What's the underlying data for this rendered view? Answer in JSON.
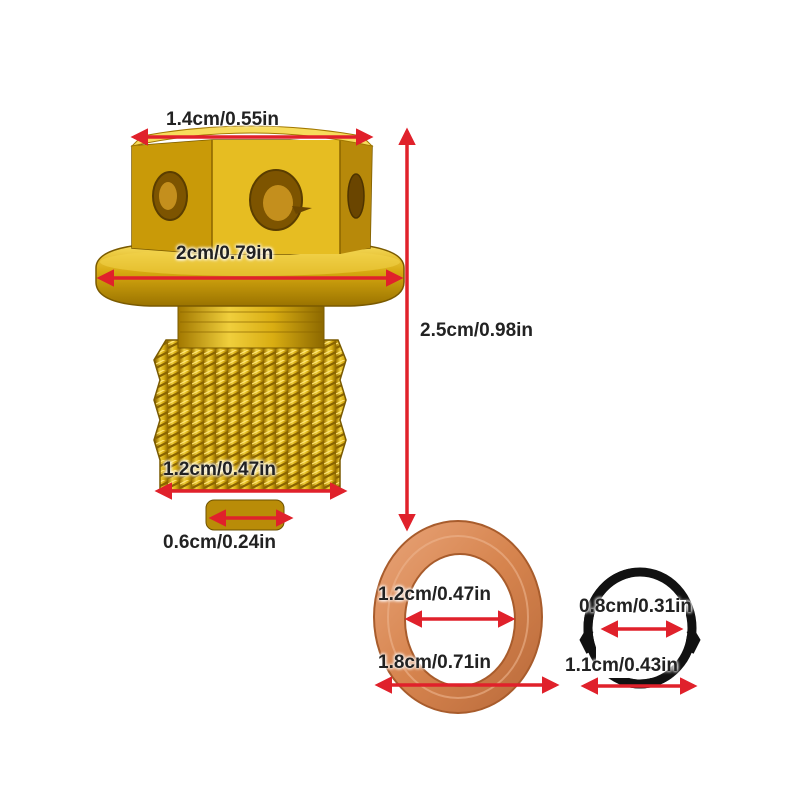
{
  "bolt": {
    "hex_width": "1.4cm/0.55in",
    "flange_width": "2cm/0.79in",
    "total_length": "2.5cm/0.98in",
    "thread_diameter": "1.2cm/0.47in",
    "magnet_diameter": "0.6cm/0.24in"
  },
  "copper_washer": {
    "inner_diameter": "1.2cm/0.47in",
    "outer_diameter": "1.8cm/0.71in"
  },
  "o_ring": {
    "inner_diameter": "0.8cm/0.31in",
    "outer_diameter": "1.1cm/0.43in"
  },
  "colors": {
    "gold": "#d7a910",
    "gold_dark": "#9a7300",
    "gold_light": "#f7dc5c",
    "copper": "#d98a55",
    "copper_dark": "#a85c2c",
    "o_ring": "#111111",
    "dimension_arrow": "#e0212b"
  }
}
